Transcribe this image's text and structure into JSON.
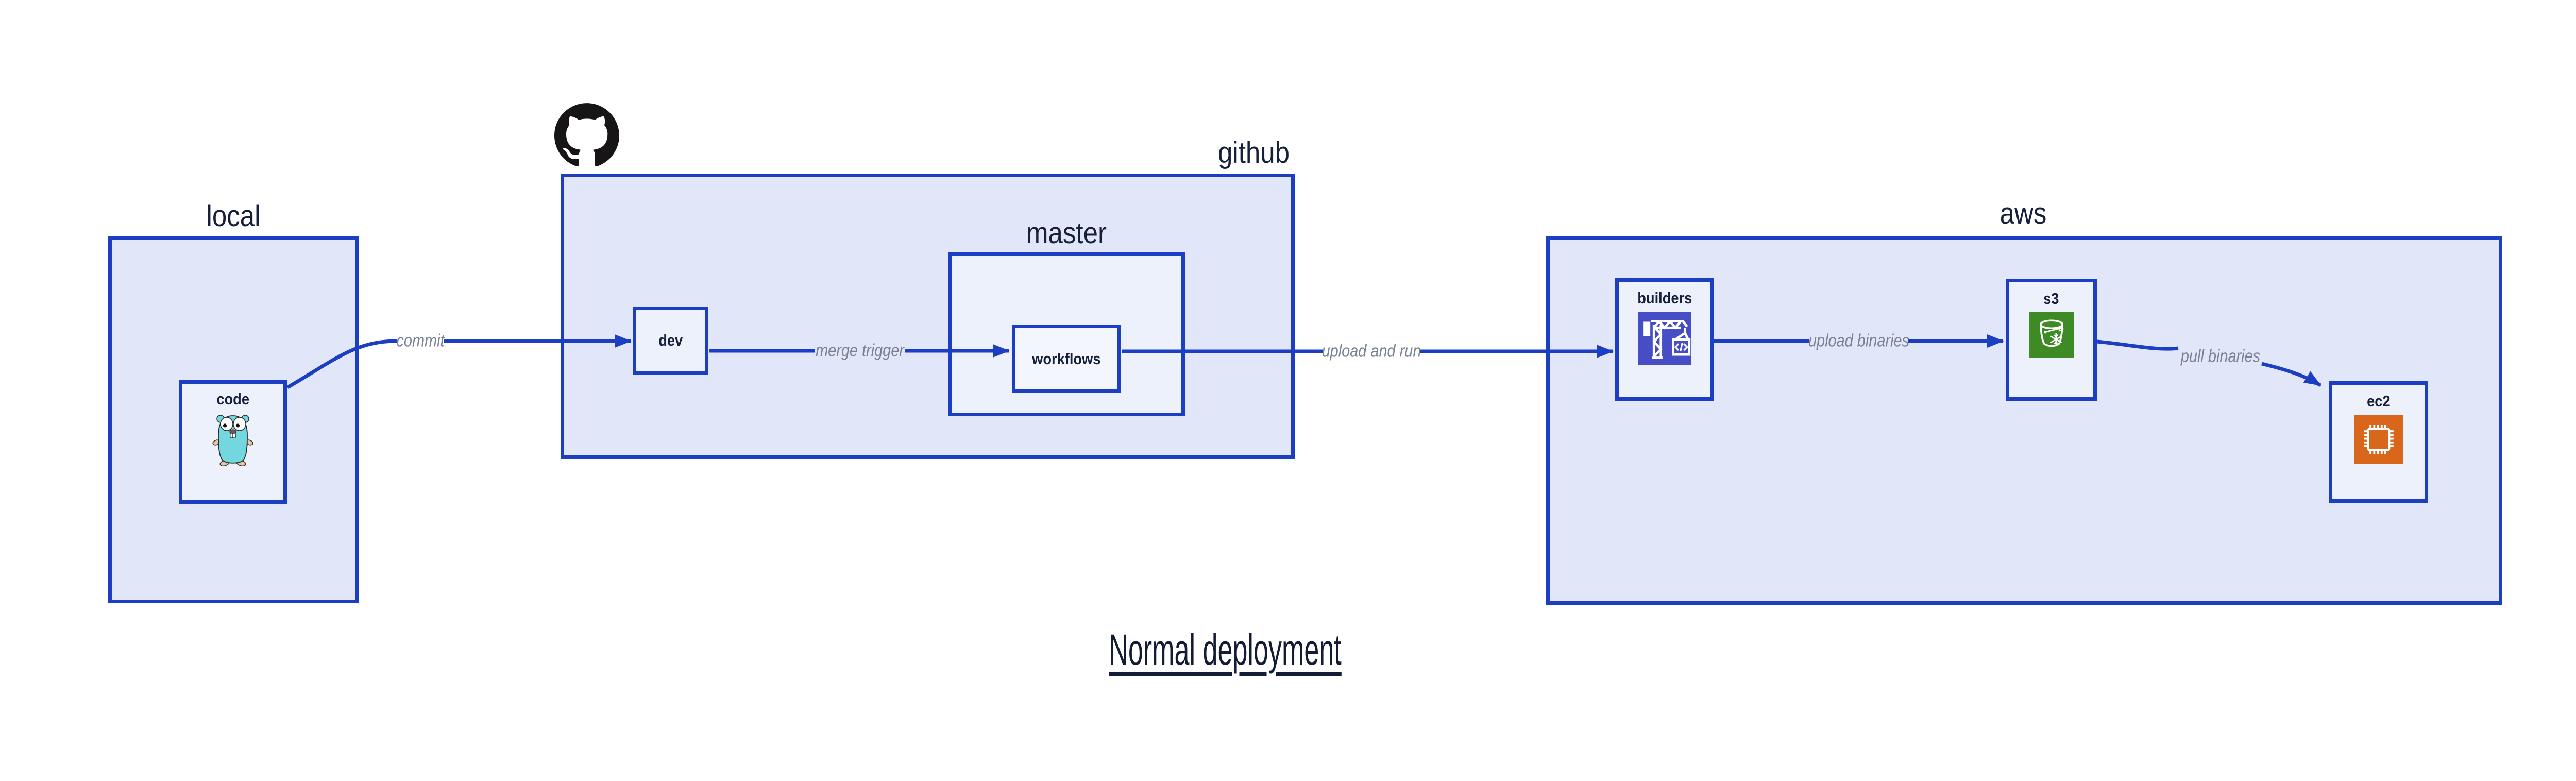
{
  "diagram": {
    "title": "Normal deployment",
    "containers": {
      "local": {
        "label": "local"
      },
      "github": {
        "label": "github"
      },
      "master": {
        "label": "master"
      },
      "aws": {
        "label": "aws"
      }
    },
    "nodes": {
      "code": {
        "label": "code",
        "icon": "go-gopher-icon"
      },
      "dev": {
        "label": "dev"
      },
      "workflows": {
        "label": "workflows"
      },
      "builders": {
        "label": "builders",
        "icon": "codebuild-crane-icon",
        "icon_bg": "#474dc4"
      },
      "s3": {
        "label": "s3",
        "icon": "s3-glacier-bucket-icon",
        "icon_bg": "#3e8b25"
      },
      "ec2": {
        "label": "ec2",
        "icon": "ec2-chip-icon",
        "icon_bg": "#d8661b"
      }
    },
    "edges": {
      "commit": {
        "label": "commit"
      },
      "merge_trigger": {
        "label": "merge trigger"
      },
      "upload_and_run": {
        "label": "upload and run"
      },
      "upload_binaries": {
        "label": "upload binaries"
      },
      "pull_binaries": {
        "label": "pull binaries"
      }
    },
    "logo": {
      "icon": "github-octocat-icon"
    },
    "colors": {
      "connector_blue": "#1c3ec2",
      "container_fill": "#e1e7f9",
      "node_fill": "#edf1fc",
      "inner_node_fill": "#f4f6fd",
      "edge_label_gray": "#7b8195",
      "text_dark": "#16203a",
      "github_logo_black": "#171515",
      "gopher_teal": "#72d7de"
    }
  }
}
